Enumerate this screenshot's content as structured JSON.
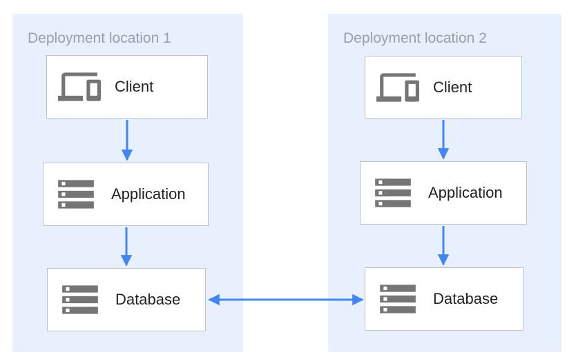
{
  "diagram": {
    "panels": [
      {
        "title": "Deployment location 1",
        "nodes": [
          {
            "label": "Client",
            "icon": "devices-icon"
          },
          {
            "label": "Application",
            "icon": "storage-icon"
          },
          {
            "label": "Database",
            "icon": "storage-icon"
          }
        ]
      },
      {
        "title": "Deployment location 2",
        "nodes": [
          {
            "label": "Client",
            "icon": "devices-icon"
          },
          {
            "label": "Application",
            "icon": "storage-icon"
          },
          {
            "label": "Database",
            "icon": "storage-icon"
          }
        ]
      }
    ],
    "edges": [
      {
        "from": "location-1-client",
        "to": "location-1-application",
        "type": "arrow-down"
      },
      {
        "from": "location-1-application",
        "to": "location-1-database",
        "type": "arrow-down"
      },
      {
        "from": "location-2-client",
        "to": "location-2-application",
        "type": "arrow-down"
      },
      {
        "from": "location-2-application",
        "to": "location-2-database",
        "type": "arrow-down"
      },
      {
        "from": "location-1-database",
        "to": "location-2-database",
        "type": "arrow-bidirectional"
      }
    ],
    "colors": {
      "panel_background": "#E8F0FE",
      "panel_title": "#9AA0A6",
      "node_background": "#FFFFFF",
      "node_border": "#BDC1C6",
      "node_label": "#202124",
      "icon": "#757575",
      "arrow": "#4285F4"
    }
  }
}
